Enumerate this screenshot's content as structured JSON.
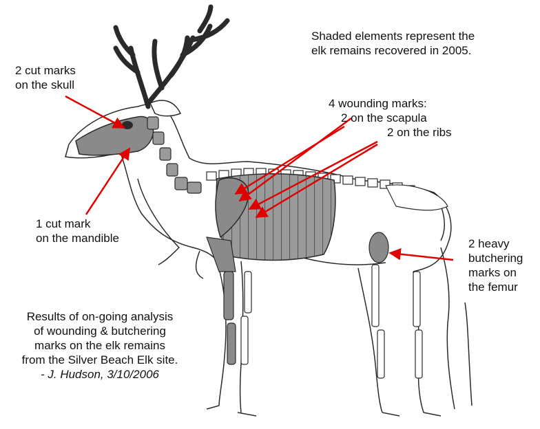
{
  "diagram": {
    "note": [
      "Shaded elements represent the",
      "elk remains recovered in 2005."
    ],
    "labels": {
      "skull": [
        "2 cut marks",
        "on the skull"
      ],
      "mandible": [
        "1 cut mark",
        "on the mandible"
      ],
      "wounding": [
        "4 wounding marks:",
        "2 on the scapula",
        "2 on the ribs"
      ],
      "femur": [
        "2 heavy",
        "butchering",
        "marks on",
        "the femur"
      ]
    },
    "caption": [
      "Results of on-going analysis",
      "of wounding & butchering",
      "marks on the elk remains",
      "from the Silver Beach Elk site."
    ],
    "credit": "- J. Hudson, 3/10/2006"
  },
  "colors": {
    "arrow": "#e00000",
    "shaded_bone": "#8a8a8a",
    "outline": "#2a2a2a"
  }
}
